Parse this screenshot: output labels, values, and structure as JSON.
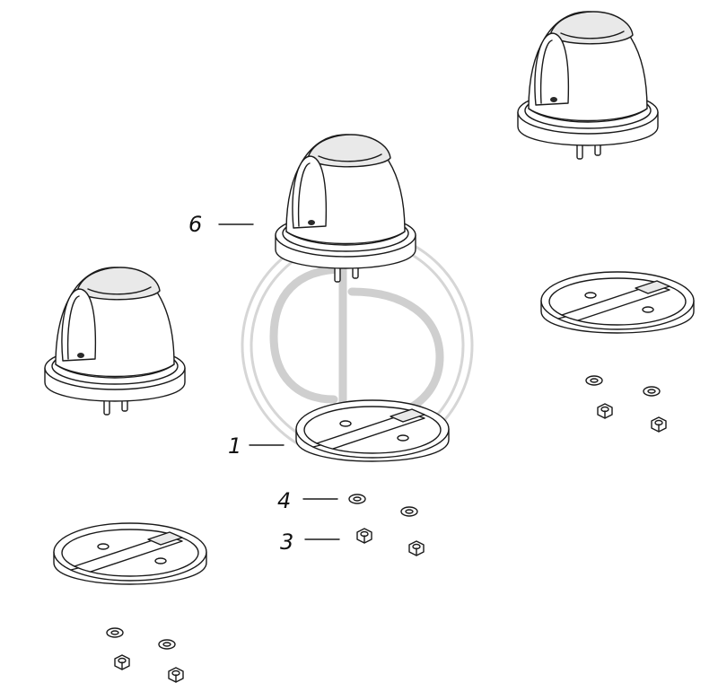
{
  "callouts": {
    "part_1": "1",
    "part_3": "3",
    "part_4": "4",
    "part_6": "6"
  },
  "colors": {
    "line": "#1a1a1a",
    "watermark": "#cfcfcf",
    "background": "#ffffff"
  }
}
